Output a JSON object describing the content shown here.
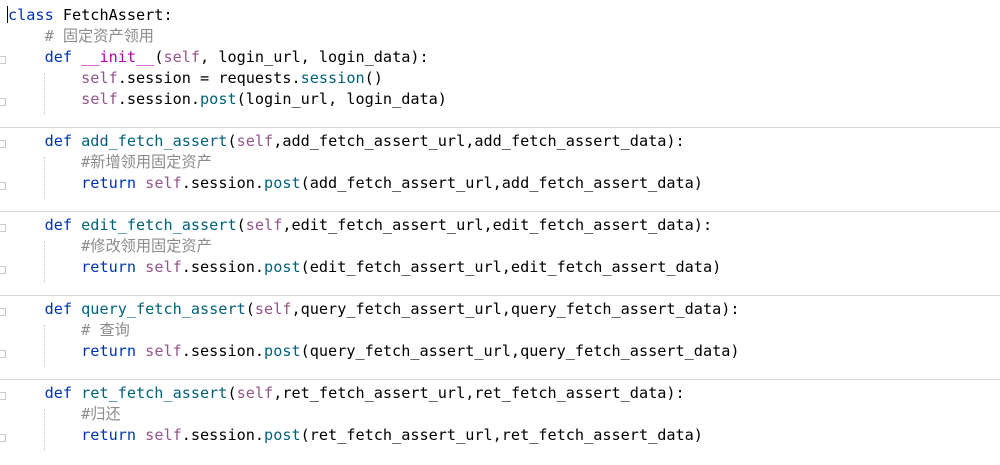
{
  "editor": {
    "lines": [
      {
        "row": 0,
        "tokens": [
          {
            "t": "class ",
            "k": "kw"
          },
          {
            "t": "FetchAssert",
            "k": "pl"
          },
          {
            "t": ":",
            "k": "pl"
          }
        ]
      },
      {
        "row": 1,
        "tokens": [
          {
            "t": "    # 固定资产领用",
            "k": "cm"
          }
        ]
      },
      {
        "row": 2,
        "tokens": [
          {
            "t": "    ",
            "k": "pl"
          },
          {
            "t": "def ",
            "k": "kw"
          },
          {
            "t": "__init__",
            "k": "dnd"
          },
          {
            "t": "(",
            "k": "pl"
          },
          {
            "t": "self",
            "k": "slf"
          },
          {
            "t": ", login_url, login_data):",
            "k": "pl"
          }
        ]
      },
      {
        "row": 3,
        "tokens": [
          {
            "t": "        ",
            "k": "pl"
          },
          {
            "t": "self",
            "k": "slf"
          },
          {
            "t": ".session = requests.",
            "k": "pl"
          },
          {
            "t": "session",
            "k": "fn"
          },
          {
            "t": "()",
            "k": "pl"
          }
        ]
      },
      {
        "row": 4,
        "tokens": [
          {
            "t": "        ",
            "k": "pl"
          },
          {
            "t": "self",
            "k": "slf"
          },
          {
            "t": ".session.",
            "k": "pl"
          },
          {
            "t": "post",
            "k": "fn"
          },
          {
            "t": "(login_url, login_data)",
            "k": "pl"
          }
        ]
      },
      {
        "row": 6,
        "tokens": [
          {
            "t": "    ",
            "k": "pl"
          },
          {
            "t": "def ",
            "k": "kw"
          },
          {
            "t": "add_fetch_assert",
            "k": "fn"
          },
          {
            "t": "(",
            "k": "pl"
          },
          {
            "t": "self",
            "k": "slf"
          },
          {
            "t": ",add_fetch_assert_url,add_fetch_assert_data):",
            "k": "pl"
          }
        ]
      },
      {
        "row": 7,
        "tokens": [
          {
            "t": "        #新增领用固定资产",
            "k": "cm"
          }
        ]
      },
      {
        "row": 8,
        "tokens": [
          {
            "t": "        ",
            "k": "pl"
          },
          {
            "t": "return ",
            "k": "kw"
          },
          {
            "t": "self",
            "k": "slf"
          },
          {
            "t": ".session.",
            "k": "pl"
          },
          {
            "t": "post",
            "k": "fn"
          },
          {
            "t": "(add_fetch_assert_url,add_fetch_assert_data)",
            "k": "pl"
          }
        ]
      },
      {
        "row": 10,
        "tokens": [
          {
            "t": "    ",
            "k": "pl"
          },
          {
            "t": "def ",
            "k": "kw"
          },
          {
            "t": "edit_fetch_assert",
            "k": "fn"
          },
          {
            "t": "(",
            "k": "pl"
          },
          {
            "t": "self",
            "k": "slf"
          },
          {
            "t": ",edit_fetch_assert_url,edit_fetch_assert_data):",
            "k": "pl"
          }
        ]
      },
      {
        "row": 11,
        "tokens": [
          {
            "t": "        #修改领用固定资产",
            "k": "cm"
          }
        ]
      },
      {
        "row": 12,
        "tokens": [
          {
            "t": "        ",
            "k": "pl"
          },
          {
            "t": "return ",
            "k": "kw"
          },
          {
            "t": "self",
            "k": "slf"
          },
          {
            "t": ".session.",
            "k": "pl"
          },
          {
            "t": "post",
            "k": "fn"
          },
          {
            "t": "(edit_fetch_assert_url,edit_fetch_assert_data)",
            "k": "pl"
          }
        ]
      },
      {
        "row": 14,
        "tokens": [
          {
            "t": "    ",
            "k": "pl"
          },
          {
            "t": "def ",
            "k": "kw"
          },
          {
            "t": "query_fetch_assert",
            "k": "fn"
          },
          {
            "t": "(",
            "k": "pl"
          },
          {
            "t": "self",
            "k": "slf"
          },
          {
            "t": ",query_fetch_assert_url,query_fetch_assert_data):",
            "k": "pl"
          }
        ]
      },
      {
        "row": 15,
        "tokens": [
          {
            "t": "        # 查询",
            "k": "cm"
          }
        ]
      },
      {
        "row": 16,
        "tokens": [
          {
            "t": "        ",
            "k": "pl"
          },
          {
            "t": "return ",
            "k": "kw"
          },
          {
            "t": "self",
            "k": "slf"
          },
          {
            "t": ".session.",
            "k": "pl"
          },
          {
            "t": "post",
            "k": "fn"
          },
          {
            "t": "(query_fetch_assert_url,query_fetch_assert_data)",
            "k": "pl"
          }
        ]
      },
      {
        "row": 18,
        "tokens": [
          {
            "t": "    ",
            "k": "pl"
          },
          {
            "t": "def ",
            "k": "kw"
          },
          {
            "t": "ret_fetch_assert",
            "k": "fn"
          },
          {
            "t": "(",
            "k": "pl"
          },
          {
            "t": "self",
            "k": "slf"
          },
          {
            "t": ",ret_fetch_assert_url,ret_fetch_assert_data):",
            "k": "pl"
          }
        ]
      },
      {
        "row": 19,
        "tokens": [
          {
            "t": "        #归还",
            "k": "cm"
          }
        ]
      },
      {
        "row": 20,
        "tokens": [
          {
            "t": "        ",
            "k": "pl"
          },
          {
            "t": "return ",
            "k": "kw"
          },
          {
            "t": "self",
            "k": "slf"
          },
          {
            "t": ".session.",
            "k": "pl"
          },
          {
            "t": "post",
            "k": "fn"
          },
          {
            "t": "(ret_fetch_assert_url,ret_fetch_assert_data)",
            "k": "pl"
          }
        ]
      }
    ]
  },
  "colors": {
    "keyword": "#0033b3",
    "function": "#00627a",
    "self": "#94558d",
    "comment": "#8c8c8c",
    "dunder": "#b200b2",
    "background": "#ffffff",
    "separator": "#d6d6d6"
  }
}
